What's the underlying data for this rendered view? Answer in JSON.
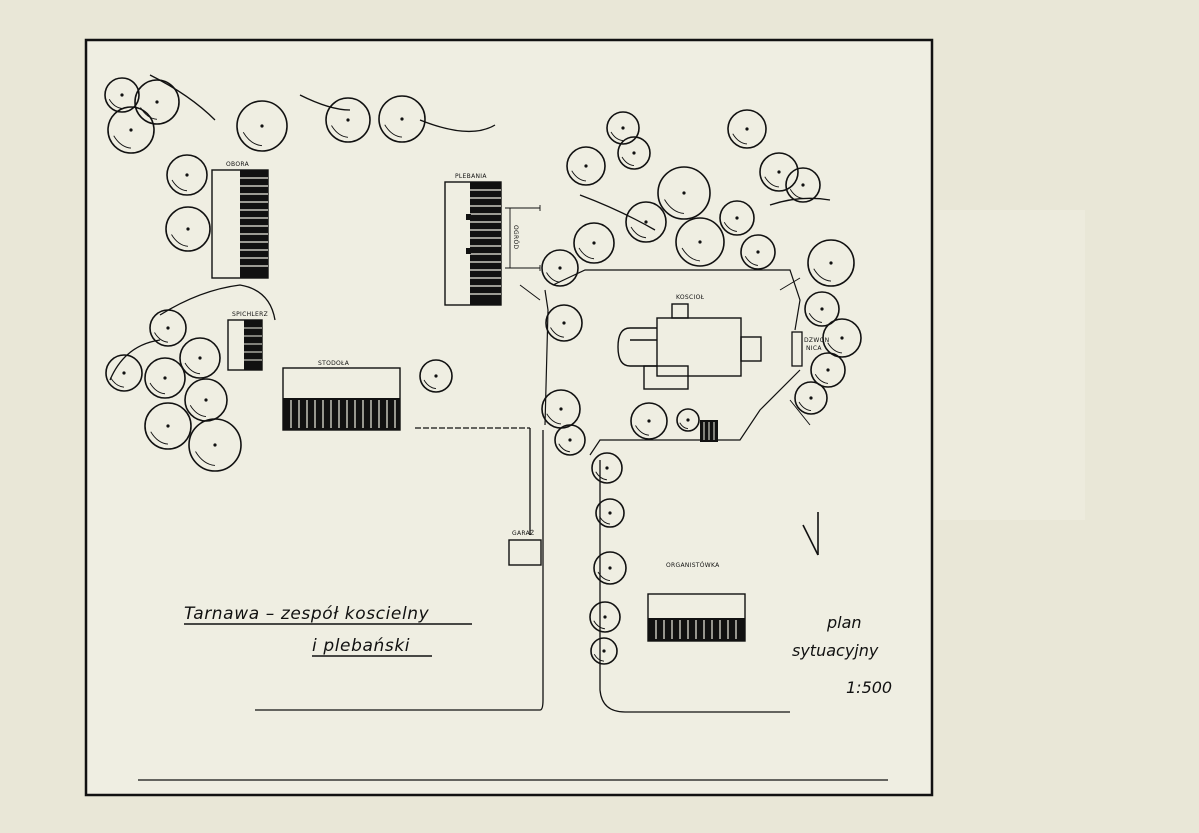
{
  "labels": {
    "obora": "OBORA",
    "plebania": "PLEBANIA",
    "spichlerz": "SPICHLERZ",
    "stodola": "STODOŁA",
    "kosciol": "KOSCIOŁ",
    "organistowka": "ORGANISTÓWKA",
    "ogrod": "OGRÓD",
    "dzwonnica_1": "DZWON",
    "dzwonnica_2": "NICA",
    "garaz": "GARAŻ"
  },
  "title": {
    "line1": "Tarnawa – zespół koscielny",
    "line2": "i plebański"
  },
  "plan": {
    "line1": "plan",
    "line2": "sytuacyjny",
    "scale": "1:500"
  },
  "colors": {
    "paper": "#e9e7d7",
    "ink": "#111111"
  }
}
